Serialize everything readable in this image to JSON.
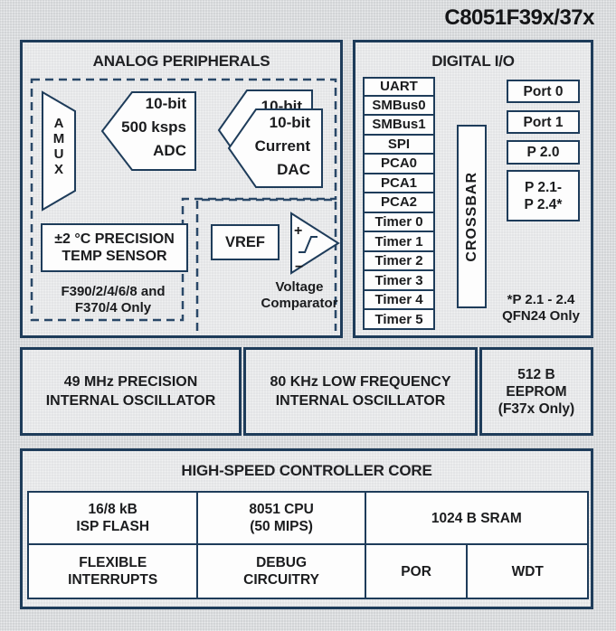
{
  "title": "C8051F39x/37x",
  "colors": {
    "border_navy": "#1e3c5a",
    "dash_navy": "#2a4868",
    "panel_fill": "#e3e4e6",
    "page_bg": "#d2d4d6",
    "box_fill": "#fdfdfd",
    "text": "#1b1c1e"
  },
  "analog": {
    "header": "ANALOG PERIPHERALS",
    "amux_label": "A\nM\nU\nX",
    "adc_label": "10-bit\n500 ksps\nADC",
    "dac_back_label": "10-bit",
    "dac_front_label": "10-bit\nCurrent\nDAC",
    "temp_sensor_label": "±2 °C PRECISION\nTEMP SENSOR",
    "availability_note": "F390/2/4/6/8 and\nF370/4 Only",
    "vref_label": "VREF",
    "comparator": {
      "plus": "+",
      "minus": "−",
      "label": "Voltage\nComparator"
    }
  },
  "digital": {
    "header": "DIGITAL I/O",
    "peripherals": [
      "UART",
      "SMBus0",
      "SMBus1",
      "SPI",
      "PCA0",
      "PCA1",
      "PCA2",
      "Timer 0",
      "Timer 1",
      "Timer 2",
      "Timer 3",
      "Timer 4",
      "Timer 5"
    ],
    "crossbar_label": "CROSSBAR",
    "ports": [
      "Port 0",
      "Port 1",
      "P 2.0",
      "P 2.1-\nP 2.4*"
    ],
    "port_note": "*P 2.1 - 2.4\nQFN24 Only"
  },
  "oscillators": [
    {
      "label": "49 MHz PRECISION\nINTERNAL OSCILLATOR"
    },
    {
      "label": "80 KHz LOW FREQUENCY\nINTERNAL OSCILLATOR"
    },
    {
      "label": "512 B\nEEPROM\n(F37x Only)"
    }
  ],
  "core": {
    "header": "HIGH-SPEED CONTROLLER CORE",
    "row1": [
      "16/8 kB\nISP FLASH",
      "8051 CPU\n(50 MIPS)",
      "1024 B SRAM"
    ],
    "row2": [
      "FLEXIBLE\nINTERRUPTS",
      "DEBUG\nCIRCUITRY",
      "POR",
      "WDT"
    ]
  }
}
